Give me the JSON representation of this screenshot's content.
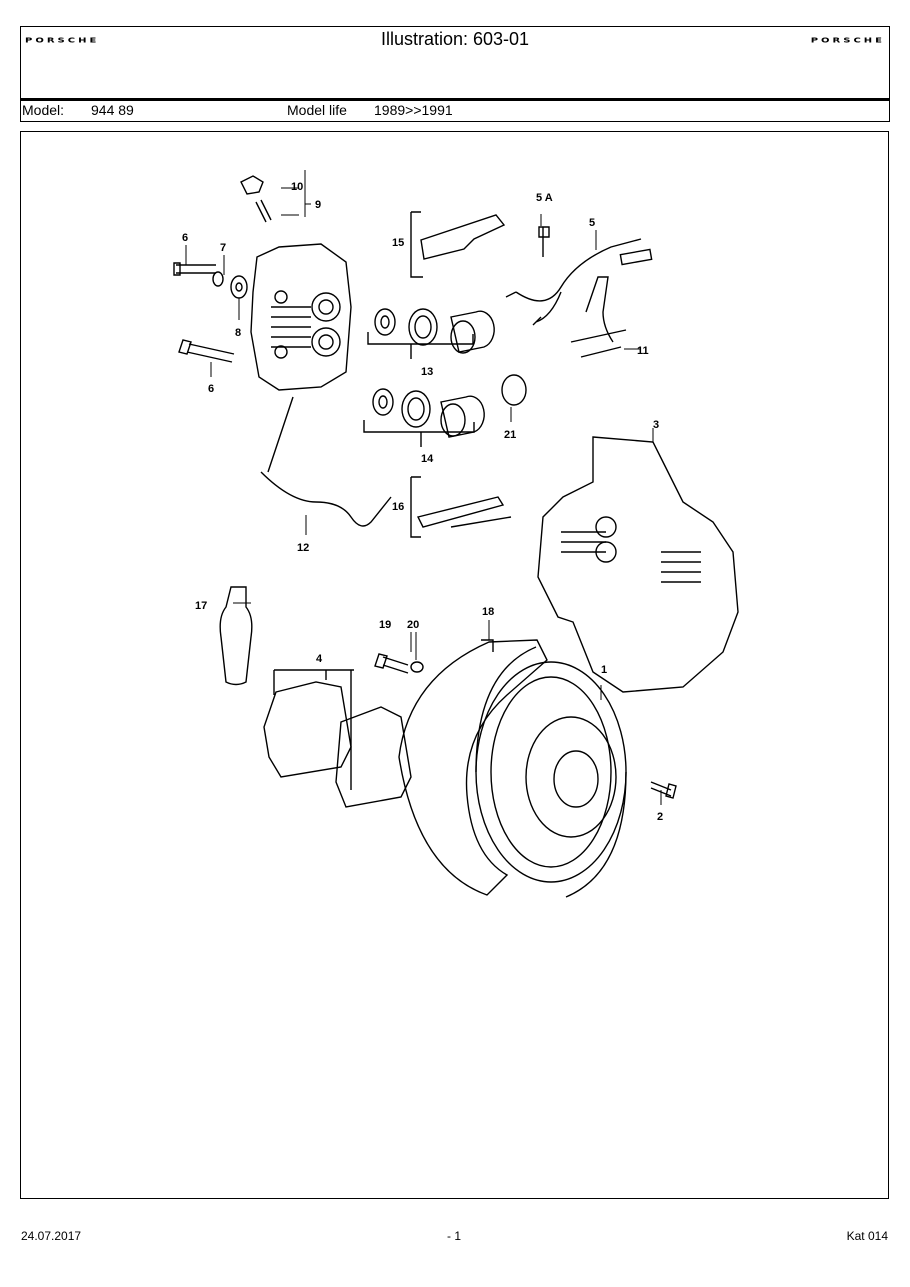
{
  "header": {
    "brand_left": "PORSCHE",
    "brand_right": "PORSCHE",
    "title": "Illustration: 603-01"
  },
  "model_bar": {
    "model_label": "Model:",
    "model_value": "944 89",
    "life_label": "Model life",
    "life_value": "1989>>1991"
  },
  "callouts": {
    "c1": "1",
    "c2": "2",
    "c3": "3",
    "c4": "4",
    "c5": "5",
    "c5a": "5 A",
    "c6a": "6",
    "c6b": "6",
    "c7": "7",
    "c8": "8",
    "c9": "9",
    "c10": "10",
    "c11": "11",
    "c12": "12",
    "c13": "13",
    "c14": "14",
    "c15": "15",
    "c16": "16",
    "c17": "17",
    "c18": "18",
    "c19": "19",
    "c20": "20",
    "c21": "21"
  },
  "footer": {
    "date": "24.07.2017",
    "page": "- 1",
    "catalog": "Kat 014"
  }
}
